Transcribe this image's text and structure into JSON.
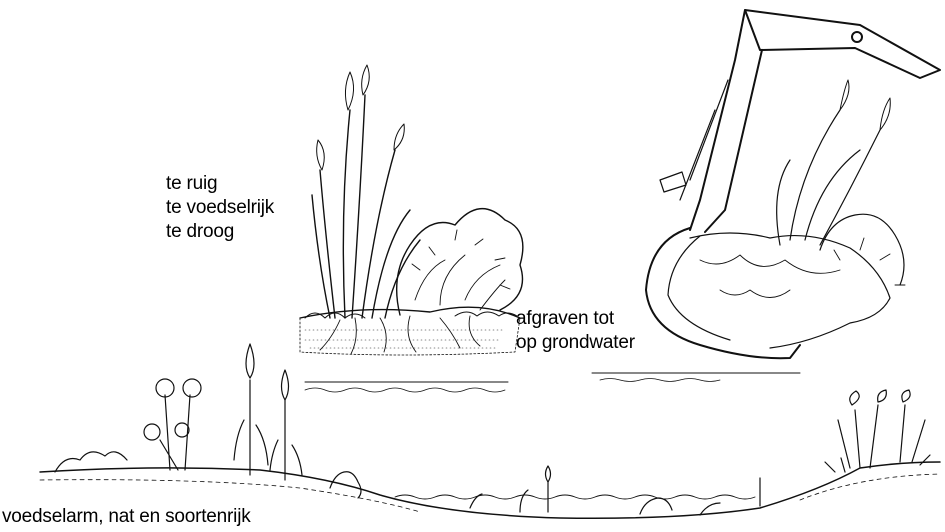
{
  "labels": {
    "top_left": [
      "te ruig",
      "te voedselrijk",
      "te droog"
    ],
    "middle_right": [
      "afgraven tot",
      "op grondwater"
    ],
    "bottom": [
      "voedselarm, nat en soortenrijk"
    ]
  }
}
